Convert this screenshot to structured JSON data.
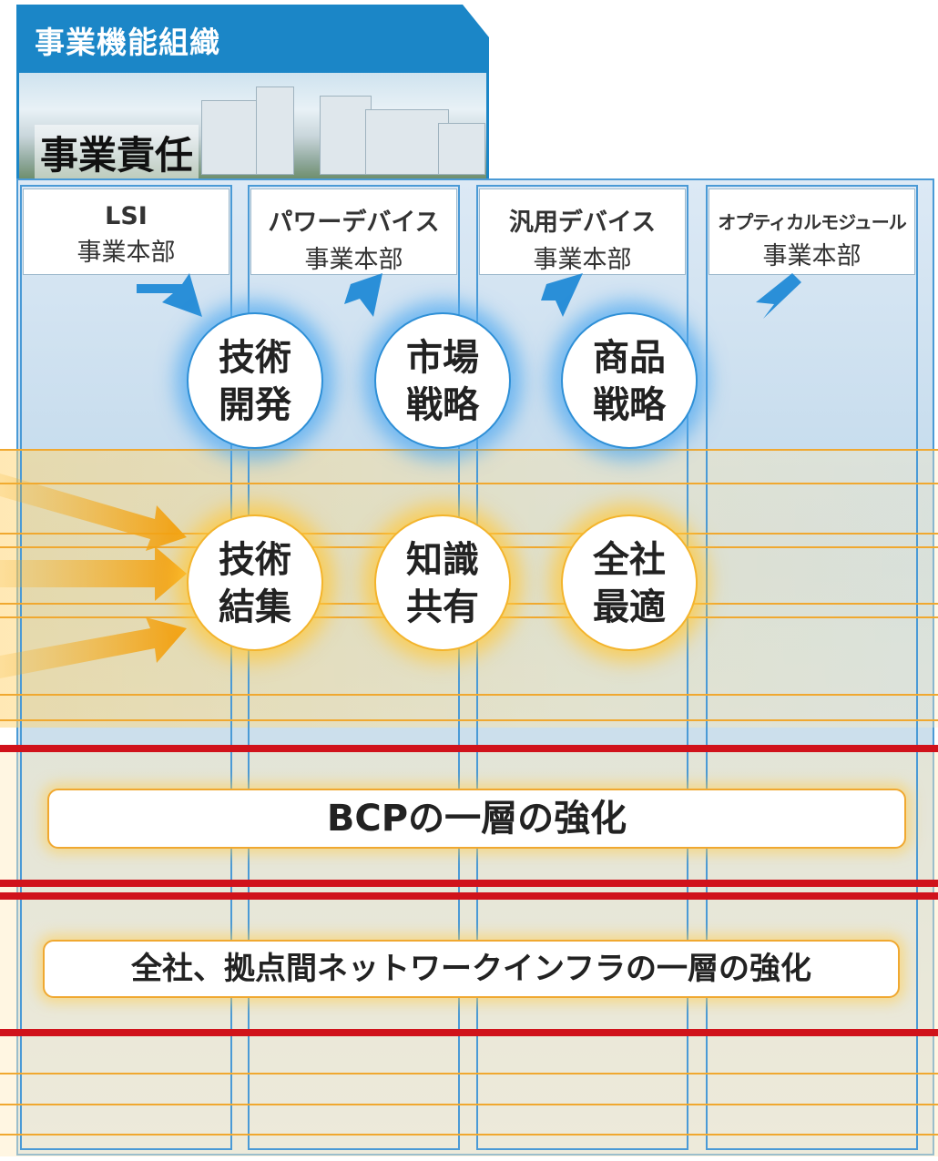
{
  "header": {
    "title": "事業機能組織",
    "photo_label": "事業責任"
  },
  "divisions": [
    {
      "name": "LSI",
      "sub": "事業本部"
    },
    {
      "name": "パワーデバイス",
      "sub": "事業本部"
    },
    {
      "name": "汎用デバイス",
      "sub": "事業本部"
    },
    {
      "name": "オプティカルモジュール",
      "sub": "事業本部"
    }
  ],
  "blue_circles": [
    {
      "line1": "技術",
      "line2": "開発"
    },
    {
      "line1": "市場",
      "line2": "戦略"
    },
    {
      "line1": "商品",
      "line2": "戦略"
    }
  ],
  "yellow_circles": [
    {
      "line1": "技術",
      "line2": "結集"
    },
    {
      "line1": "知識",
      "line2": "共有"
    },
    {
      "line1": "全社",
      "line2": "最適"
    }
  ],
  "bars": [
    {
      "label": "BCPの一層の強化"
    },
    {
      "label": "全社、拠点間ネットワークインフラの一層の強化"
    }
  ],
  "colors": {
    "blue": "#1b86c7",
    "orange": "#f0a830",
    "red": "#d0121b"
  }
}
